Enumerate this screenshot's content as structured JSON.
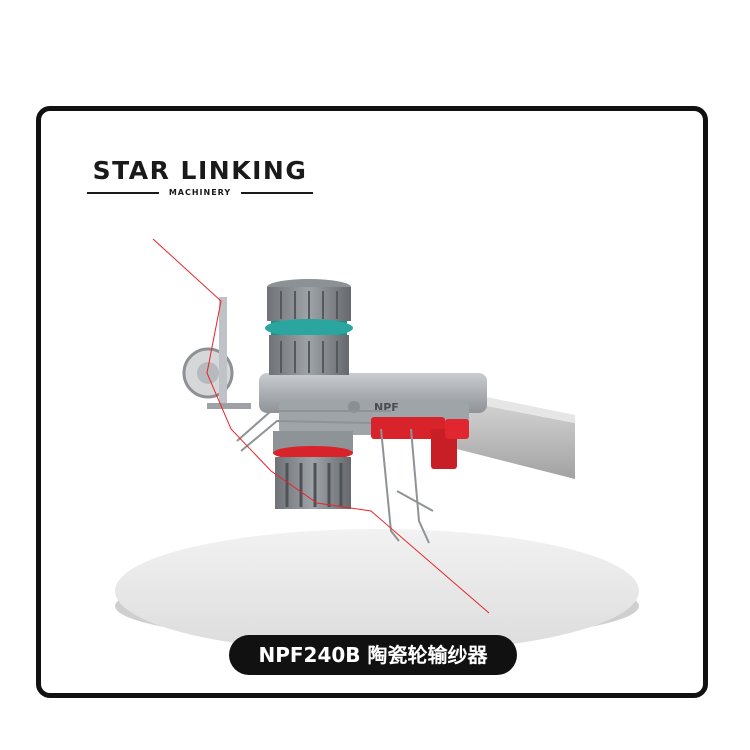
{
  "brand": {
    "name": "STAR LINKING",
    "subtitle": "MACHINERY"
  },
  "product": {
    "caption": "NPF240B 陶瓷轮输纱器",
    "device_label": "NPF"
  },
  "colors": {
    "frame": "#111111",
    "caption_bg": "#111111",
    "caption_text": "#ffffff",
    "yarn_line": "#e8242b",
    "accent_red": "#d8232a",
    "teal_ring": "#1f8f8a",
    "body_gray": "#a9aeb3",
    "platform": "#e9e9e9"
  }
}
